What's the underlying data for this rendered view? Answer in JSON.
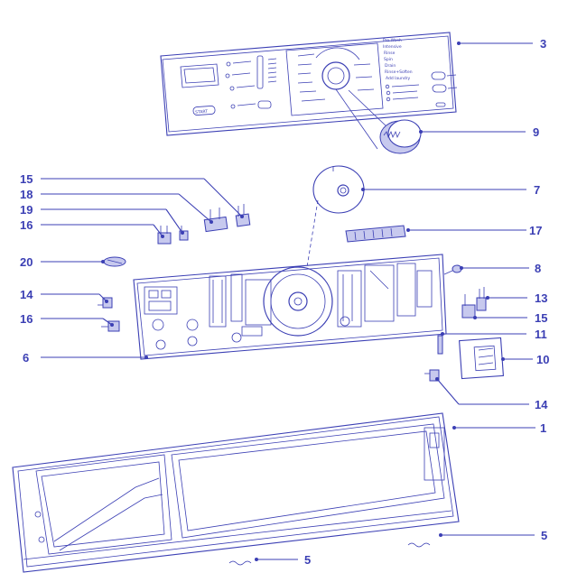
{
  "colors": {
    "line": "#3b3fb4",
    "background": "#ffffff"
  },
  "callouts": [
    {
      "id": "c3a",
      "label": "3"
    },
    {
      "id": "c9",
      "label": "9"
    },
    {
      "id": "c7",
      "label": "7"
    },
    {
      "id": "c15a",
      "label": "15"
    },
    {
      "id": "c18",
      "label": "18"
    },
    {
      "id": "c19",
      "label": "19"
    },
    {
      "id": "c16a",
      "label": "16"
    },
    {
      "id": "c17",
      "label": "17"
    },
    {
      "id": "c20",
      "label": "20"
    },
    {
      "id": "c8",
      "label": "8"
    },
    {
      "id": "c14a",
      "label": "14"
    },
    {
      "id": "c13",
      "label": "13"
    },
    {
      "id": "c16b",
      "label": "16"
    },
    {
      "id": "c15b",
      "label": "15"
    },
    {
      "id": "c11",
      "label": "11"
    },
    {
      "id": "c6",
      "label": "6"
    },
    {
      "id": "c10",
      "label": "10"
    },
    {
      "id": "c14b",
      "label": "14"
    },
    {
      "id": "c1",
      "label": "1"
    },
    {
      "id": "c5a",
      "label": "5"
    },
    {
      "id": "c5b",
      "label": "5"
    }
  ],
  "panel_text": {
    "start": "START",
    "mode_list": [
      "Pre-Wash",
      "Intensive",
      "Rinse",
      "Spin",
      "Drain",
      "Rinse+Soften",
      "Add laundry"
    ]
  }
}
